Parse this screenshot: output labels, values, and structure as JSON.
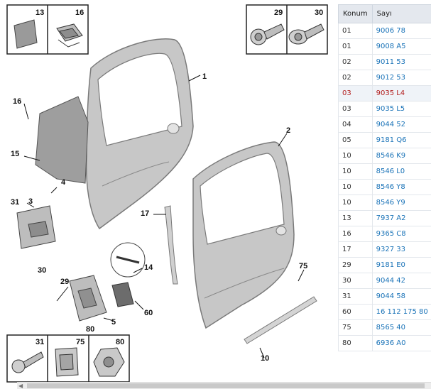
{
  "table": {
    "headers": {
      "position": "Konum",
      "ref": "Sayı"
    },
    "rows": [
      {
        "position": "01",
        "ref": "9006 78"
      },
      {
        "position": "01",
        "ref": "9008 A5"
      },
      {
        "position": "02",
        "ref": "9011 53"
      },
      {
        "position": "02",
        "ref": "9012 53"
      },
      {
        "position": "03",
        "ref": "9035 L4"
      },
      {
        "position": "03",
        "ref": "9035 L5"
      },
      {
        "position": "04",
        "ref": "9044 52"
      },
      {
        "position": "05",
        "ref": "9181 Q6"
      },
      {
        "position": "10",
        "ref": "8546 K9"
      },
      {
        "position": "10",
        "ref": "8546 L0"
      },
      {
        "position": "10",
        "ref": "8546 Y8"
      },
      {
        "position": "10",
        "ref": "8546 Y9"
      },
      {
        "position": "13",
        "ref": "7937 A2"
      },
      {
        "position": "16",
        "ref": "9365 C8"
      },
      {
        "position": "17",
        "ref": "9327 33"
      },
      {
        "position": "29",
        "ref": "9181 E0"
      },
      {
        "position": "30",
        "ref": "9044 42"
      },
      {
        "position": "31",
        "ref": "9044 58"
      },
      {
        "position": "60",
        "ref": "16 112 175 80"
      },
      {
        "position": "75",
        "ref": "8565 40"
      },
      {
        "position": "80",
        "ref": "6936 A0"
      }
    ],
    "selected_row": 4
  },
  "diagram": {
    "inset_labels": {
      "i13": "13",
      "i16": "16",
      "i29": "29",
      "i30": "30",
      "i31": "31",
      "i75": "75",
      "i80": "80"
    },
    "callouts": {
      "c1": "1",
      "c2": "2",
      "c3": "3",
      "c4": "4",
      "c5": "5",
      "c10": "10",
      "c14": "14",
      "c15": "15",
      "c16": "16",
      "c17": "17",
      "c29": "29",
      "c30": "30",
      "c31": "31",
      "c60": "60",
      "c75": "75",
      "c80": "80"
    }
  },
  "colors": {
    "link": "#1a73b8",
    "selected": "#b32020",
    "header_bg": "#e4e8ee",
    "door_fill": "#c7c7c7",
    "door_stroke": "#7a7a7a"
  },
  "scrollbar": {
    "left_arrow_icon": "triangle-left-icon"
  }
}
